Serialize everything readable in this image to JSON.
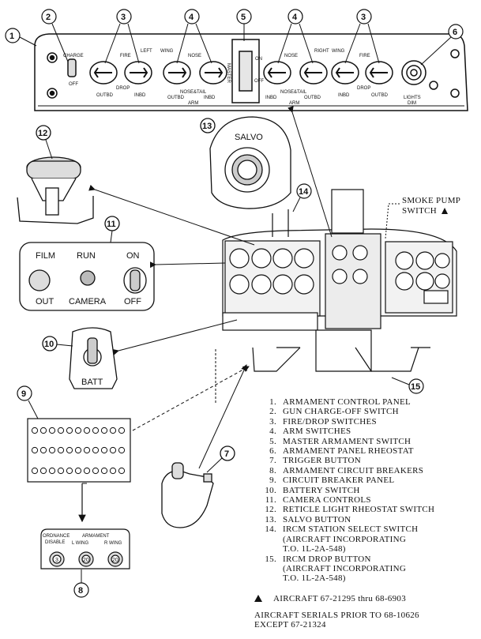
{
  "legend": [
    {
      "num": "1.",
      "text": "ARMAMENT CONTROL PANEL"
    },
    {
      "num": "2.",
      "text": "GUN CHARGE-OFF SWITCH"
    },
    {
      "num": "3.",
      "text": "FIRE/DROP SWITCHES"
    },
    {
      "num": "4.",
      "text": "ARM SWITCHES"
    },
    {
      "num": "5.",
      "text": "MASTER ARMAMENT SWITCH"
    },
    {
      "num": "6.",
      "text": "ARMAMENT PANEL RHEOSTAT"
    },
    {
      "num": "7.",
      "text": "TRIGGER BUTTON"
    },
    {
      "num": "8.",
      "text": "ARMAMENT CIRCUIT BREAKERS"
    },
    {
      "num": "9.",
      "text": "CIRCUIT BREAKER PANEL"
    },
    {
      "num": "10.",
      "text": "BATTERY SWITCH"
    },
    {
      "num": "11.",
      "text": "CAMERA CONTROLS"
    },
    {
      "num": "12.",
      "text": "RETICLE LIGHT RHEOSTAT SWITCH"
    },
    {
      "num": "13.",
      "text": "SALVO BUTTON"
    },
    {
      "num": "14.",
      "text": "IRCM STATION SELECT SWITCH",
      "sub": [
        "(AIRCRAFT INCORPORATING",
        "T.O. 1L-2A-548)"
      ]
    },
    {
      "num": "15.",
      "text": "IRCM DROP BUTTON",
      "sub": [
        "(AIRCRAFT INCORPORATING",
        "T.O. 1L-2A-548)"
      ]
    }
  ],
  "note": "AIRCRAFT 67-21295 thru 68-6903",
  "serials": [
    "AIRCRAFT SERIALS PRIOR TO 68-10626",
    "EXCEPT 67-21324"
  ],
  "smoke_pump": [
    "SMOKE PUMP",
    "SWITCH"
  ],
  "callouts": {
    "c1": "1",
    "c2": "2",
    "c3a": "3",
    "c3b": "3",
    "c4a": "4",
    "c4b": "4",
    "c5": "5",
    "c6": "6",
    "c7": "7",
    "c8": "8",
    "c9": "9",
    "c10": "10",
    "c11": "11",
    "c12": "12",
    "c13": "13",
    "c14": "14",
    "c15": "15"
  },
  "panel": {
    "charge": "CHARGE",
    "off": "OFF",
    "fire_l": "FIRE",
    "left": "LEFT",
    "wing_l": "WING",
    "nose_l": "NOSE",
    "drop_l": "DROP",
    "outbd_l1": "OUTBD",
    "inbd_l1": "INBD",
    "nose_tail_l": "NOSE&TAIL",
    "outbd_l2": "OUTBD",
    "inbd_l2": "INBD",
    "arm_l": "ARM",
    "master": "MASTER",
    "on": "ON",
    "off_m": "OFF",
    "nose_r": "NOSE",
    "right": "RIGHT",
    "wing_r": "WING",
    "fire_r": "FIRE",
    "drop_r": "DROP",
    "nose_tail_r": "NOSE&TAIL",
    "inbd_r1": "INBD",
    "outbd_r1": "OUTBD",
    "inbd_r2": "INBD",
    "outbd_r2": "OUTBD",
    "arm_r": "ARM",
    "lights": "LIGHTS",
    "dim": "DIM"
  },
  "salvo": "SALVO",
  "camera": {
    "film": "FILM",
    "run": "RUN",
    "on": "ON",
    "out": "OUT",
    "camera": "CAMERA",
    "off": "OFF"
  },
  "batt": "BATT",
  "breakers": {
    "ordnance": "ORDNANCE",
    "disable": "DISABLE",
    "armament": "ARMAMENT",
    "l_wing": "L WING",
    "r_wing": "R WING",
    "v1": "3",
    "v2": "20",
    "v3": "20"
  }
}
